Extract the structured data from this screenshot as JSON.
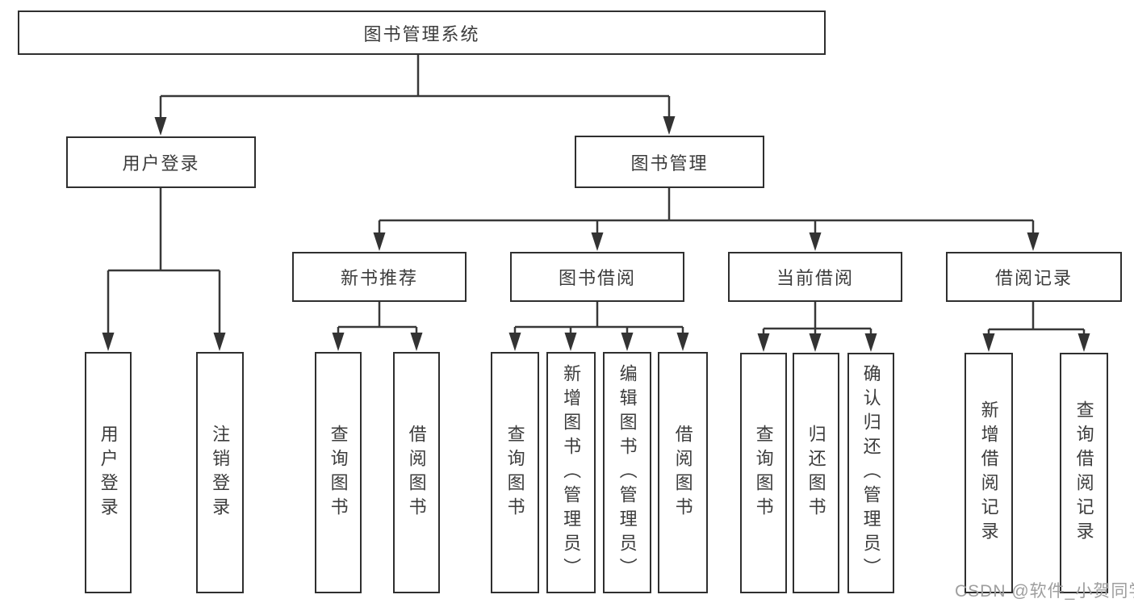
{
  "diagram": {
    "root": {
      "label": "图书管理系统"
    },
    "level1": [
      {
        "label": "用户登录"
      },
      {
        "label": "图书管理"
      }
    ],
    "level2": [
      {
        "label": "新书推荐"
      },
      {
        "label": "图书借阅"
      },
      {
        "label": "当前借阅"
      },
      {
        "label": "借阅记录"
      }
    ],
    "leaves": {
      "user_login": [
        {
          "label": "用户登录"
        },
        {
          "label": "注销登录"
        }
      ],
      "new_books": [
        {
          "label": "查询图书"
        },
        {
          "label": "借阅图书"
        }
      ],
      "book_borrow": [
        {
          "label": "查询图书"
        },
        {
          "label": "新增图书（管理员）"
        },
        {
          "label": "编辑图书（管理员）"
        },
        {
          "label": "借阅图书"
        }
      ],
      "current_borrow": [
        {
          "label": "查询图书"
        },
        {
          "label": "归还图书"
        },
        {
          "label": "确认归还（管理员）"
        }
      ],
      "borrow_records": [
        {
          "label": "新增借阅记录"
        },
        {
          "label": "查询借阅记录"
        }
      ]
    },
    "watermark": "CSDN @软件_小贺同学",
    "colors": {
      "background": "#ffffff",
      "box_border": "#2f2f2f",
      "line": "#383838",
      "text": "#3c3c3c",
      "watermark": "#9e9e9e"
    }
  }
}
